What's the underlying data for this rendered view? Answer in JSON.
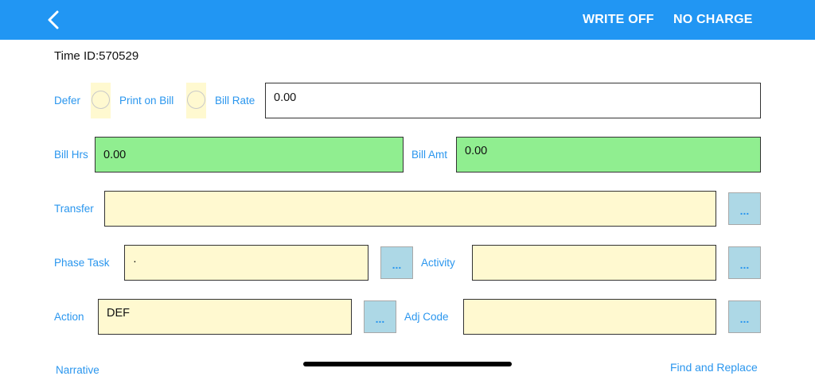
{
  "header": {
    "back_icon": "chevron-left-icon",
    "actions": [
      {
        "label": "WRITE OFF"
      },
      {
        "label": "NO CHARGE"
      }
    ],
    "background": "#2196f3"
  },
  "form": {
    "time_id_label": "Time ID:570529",
    "defer": {
      "label": "Defer",
      "checked": false
    },
    "print_on_bill": {
      "label": "Print on Bill",
      "checked": false
    },
    "bill_rate": {
      "label": "Bill Rate",
      "value": "0.00"
    },
    "bill_hrs": {
      "label": "Bill Hrs",
      "value": "0.00"
    },
    "bill_amt": {
      "label": "Bill Amt",
      "value": "0.00"
    },
    "transfer": {
      "label": "Transfer",
      "value": "",
      "lookup_label": "..."
    },
    "phase_task": {
      "label": "Phase Task",
      "value": "·",
      "lookup_label": "..."
    },
    "activity": {
      "label": "Activity",
      "value": "",
      "lookup_label": "..."
    },
    "action": {
      "label": "Action",
      "value": "DEF",
      "lookup_label": "..."
    },
    "adj_code": {
      "label": "Adj Code",
      "value": "",
      "lookup_label": "..."
    }
  },
  "footer": {
    "narrative_label": "Narrative",
    "find_replace_label": "Find and Replace"
  },
  "colors": {
    "label_blue": "#2a96ee",
    "green_field": "#90ee90",
    "yellow_field": "#fff9d0",
    "lookup_button": "#add8e6"
  }
}
